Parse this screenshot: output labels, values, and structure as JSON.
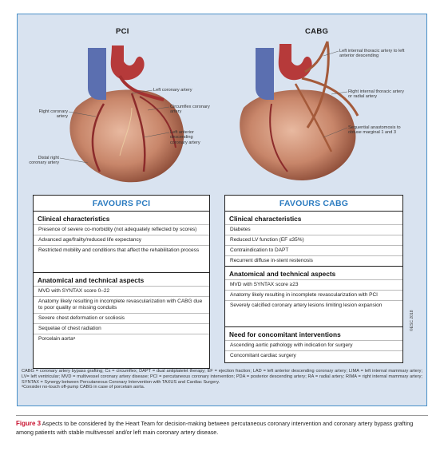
{
  "illustration": {
    "pci_title": "PCI",
    "cabg_title": "CABG",
    "pci_labels": {
      "left_coronary": "Left coronary artery",
      "circumflex": "Circumflex coronary artery",
      "lad": "Left anterior descending coronary artery",
      "right_coronary": "Right coronary artery",
      "distal_right": "Distal right coronary artery"
    },
    "cabg_labels": {
      "lima": "Left internal thoracic artery to left anterior descending",
      "rima": "Right internal thoracic artery or radial artery",
      "sequential": "Sequential anastomosis to obtuse marginal 1 and 3"
    }
  },
  "favours_pci": {
    "title": "FAVOURS PCI",
    "clinical": {
      "heading": "Clinical characteristics",
      "items": [
        "Presence of severe co-morbidity (not adequately reflected by scores)",
        "Advanced age/frailty/reduced life expectancy",
        "Restricted mobility and conditions that affect the rehabilitation process"
      ]
    },
    "anatomical": {
      "heading": "Anatomical and technical aspects",
      "items": [
        "MVD with SYNTAX score 0–22",
        "Anatomy likely resulting in incomplete revascularization with CABG due to poor quality or missing conduits",
        "Severe chest deformation or scoliosis",
        "Sequelae of chest radiation",
        "Porcelain aortaᵃ"
      ]
    }
  },
  "favours_cabg": {
    "title": "FAVOURS CABG",
    "clinical": {
      "heading": "Clinical characteristics",
      "items": [
        "Diabetes",
        "Reduced LV function (EF ≤35%)",
        "Contraindication to DAPT",
        "Recurrent diffuse in-stent restenosis"
      ]
    },
    "anatomical": {
      "heading": "Anatomical and technical aspects",
      "items": [
        "MVD with SYNTAX score ≥23",
        "Anatomy likely resulting in incomplete revascularization with PCI",
        "Severely calcified coronary artery lesions limiting lesion expansion"
      ]
    },
    "concomitant": {
      "heading": "Need for concomitant interventions",
      "items": [
        "Ascending aortic pathology with indication for surgery",
        "Concomitant cardiac surgery"
      ]
    }
  },
  "footnotes": {
    "abbreviations": "CABG = coronary artery bypass grafting; Cx = circumflex; DAPT = dual antiplatelet therapy; EF = ejection fraction; LAD = left anterior descending coronary artery; LIMA = left internal mammary artery; LV= left ventricular; MVD = multivessel coronary artery disease; PCI = percutaneous coronary intervention; PDA = posterior descending artery; RA = radial artery; RIMA = right internal mammary artery; SYNTAX = Synergy between Percutaneous Coronary Intervention with TAXUS and Cardiac Surgery.",
    "note_a": "ᵃConsider no-touch off-pump CABG in case of porcelain aorta.",
    "copyright": "©ESC 2018"
  },
  "caption": {
    "figure_label": "Figure 3",
    "text": "Aspects to be considered by the Heart Team for decision-making between percutaneous coronary intervention and coronary artery bypass grafting among patients with stable multivessel and/or left main coronary artery disease."
  },
  "colors": {
    "panel_bg": "#d9e3f0",
    "panel_border": "#4a90c8",
    "box_title": "#2b7bc0",
    "figure_label": "#c8102e"
  }
}
